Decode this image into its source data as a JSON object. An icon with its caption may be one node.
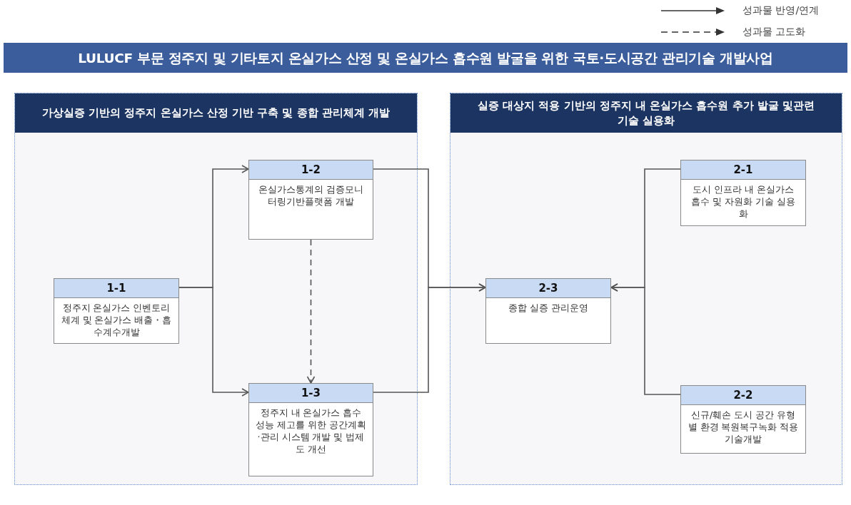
{
  "diagram": {
    "title": "LULUCF 부문 정주지 및 기타토지 온실가스 산정 및 온실가스 흡수원 발굴을 위한 국토·도시공간 관리기술 개발사업",
    "nodes": [
      {
        "text": [
          "가상실증 기반의 정주지 온실가스 산정 기반 구축 및 종합 관리체계 개발"
        ]
      },
      {
        "text": [
          "1-1",
          "정주지 온실가스 인벤토리 체계 및 온실가스 배출・흡수계수개발"
        ],
        "in": 0
      },
      {
        "text": [
          "1-2",
          "온실가스통계의 검증모니터링기반플랫폼 개발"
        ],
        "in": 0
      },
      {
        "text": [
          "1-3",
          "정주지 내 온실가스 흡수 성능 제고를 위한 공간계획·관리 시스템 개발 및 법제도 개선"
        ],
        "in": 0
      },
      {
        "text": [
          "실증 대상지 적용 기반의 정주지 내 온실가스 흡수원 추가 발굴 및관련 기술 실용화"
        ]
      },
      {
        "text": [
          "2-1",
          "도시 인프라 내 온실가스 흡수 및 자원화 기술 실용화"
        ],
        "in": 4
      },
      {
        "text": [
          "2-3",
          "종합 실증 관리운영"
        ],
        "in": 4
      },
      {
        "text": [
          "2-2",
          "신규/훼손 도시 공간 유형별 환경 복원복구녹화 적용 기술개발"
        ],
        "in": 4
      }
    ],
    "edges": [
      {
        "from": 1,
        "to": 2,
        "arrow": "to"
      },
      {
        "from": 1,
        "to": 3,
        "arrow": "to"
      },
      {
        "from": 2,
        "to": 3,
        "arrow": "to",
        "style": "dashed"
      },
      {
        "from": 2,
        "to": 6,
        "arrow": "to"
      },
      {
        "from": 3,
        "to": 6,
        "arrow": "to"
      },
      {
        "from": 5,
        "to": 6,
        "arrow": "to"
      },
      {
        "from": 7,
        "to": 6,
        "arrow": "to"
      }
    ],
    "legend": [
      {
        "text": "성과물 반영/연계"
      },
      {
        "text": "성과물 고도화"
      }
    ]
  }
}
